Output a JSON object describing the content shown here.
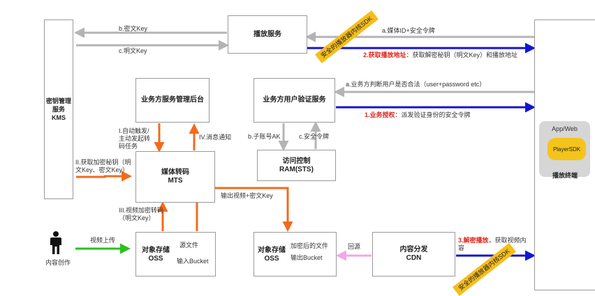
{
  "nodes": {
    "kms": "密钥管理\n服务\nKMS",
    "play_service": "播放服务",
    "biz_console": "业务方服务管理后台",
    "biz_auth": "业务方用户验证服务",
    "sts": "访问控制\nRAM(STS)",
    "mts": "媒体转码\nMTS",
    "oss_src": "对象存储\nOSS",
    "oss_src_file": "源文件",
    "oss_src_bucket": "输入Bucket",
    "oss_out": "对象存储\nOSS",
    "oss_out_file": "加密后的文件",
    "oss_out_bucket": "输出Bucket",
    "cdn": "内容分发\nCDN",
    "terminal": "播放终端",
    "app_web": "App/Web",
    "player_sdk": "PlayerSDK",
    "creator": "内容创作"
  },
  "edges": {
    "b_secret_key": "b.密文Key",
    "c_plain_key": "c.明文Key",
    "a_media_token": "a.媒体ID+安全令牌",
    "step2_title": "2.获取播放地址",
    "step2_rest": "：获取解密秘钥（明文Key）和播放地址",
    "a_biz_check": "a.业务方判断用户是否合法（user+password etc）",
    "step1_title": "1.业务授权",
    "step1_rest": "：派发验证身份的安全令牌",
    "b_subaccount": "b.子账号AK",
    "c_sec_token": "c.安全令牌",
    "i_trigger": "I.自动触发/\n主动发起转\n码任务",
    "iv_notify": "IV.消息通知",
    "ii_get_key": "II.获取加密秘钥（明\n文Key、密文Key）",
    "iii_encrypt": "III.视频加密转码\n（明文Key）",
    "output": "输出视频+密文Key",
    "upload": "视频上传",
    "back_src": "回源",
    "step3_title": "3.解密播放",
    "step3_rest": "，获取视频内容"
  },
  "badges": {
    "top": "安全的播放器内核SDK",
    "bottom": "安全的播放器内核SDK"
  },
  "colors": {
    "gray": "#b4b4b4",
    "blue": "#1414d2",
    "orange": "#f26b1d",
    "green": "#29c21a",
    "pink": "#f4a6e6",
    "badge": "#f5be1b",
    "red": "#e0231b"
  }
}
